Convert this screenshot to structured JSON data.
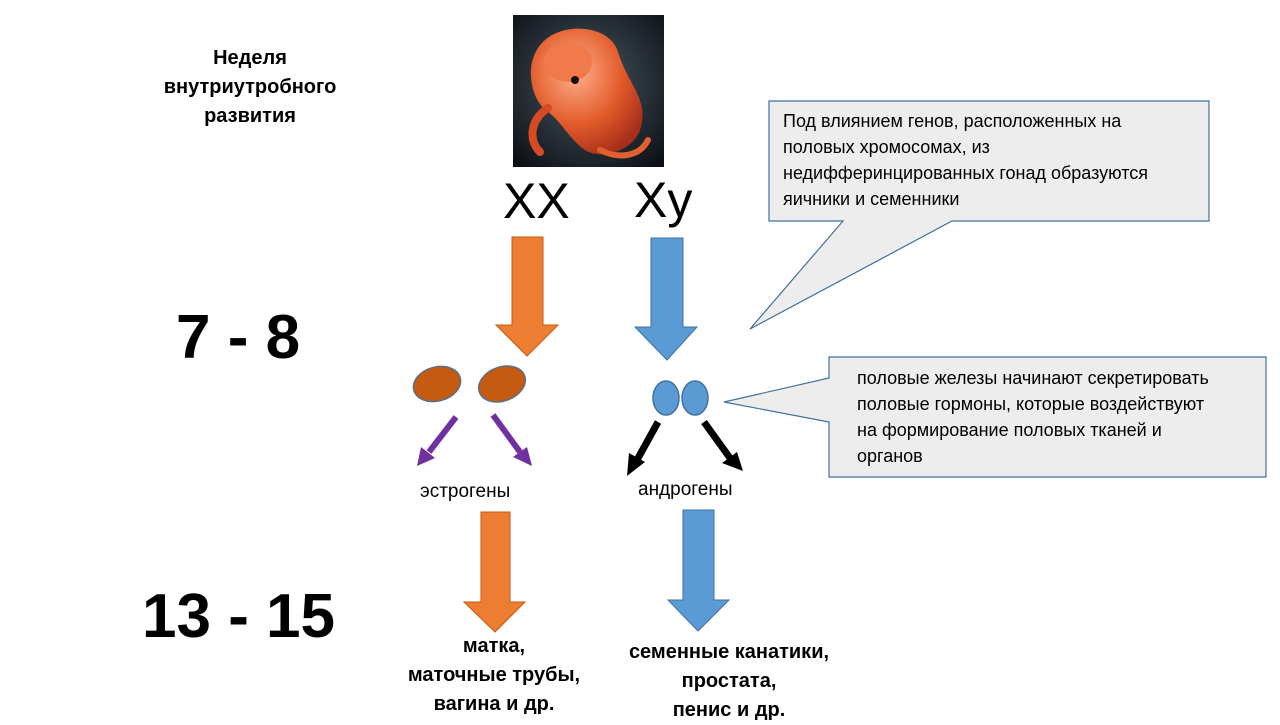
{
  "header": {
    "week_title": "Неделя\nвнутриутробного\nразвития"
  },
  "weeks": {
    "early": "7 - 8",
    "late": "13 - 15"
  },
  "chromosomes": {
    "female": "XX",
    "male": "Xy"
  },
  "hormones": {
    "female": "эстрогены",
    "male": "андрогены"
  },
  "organs": {
    "female": "матка,\nматочные трубы,\nвагина и др.",
    "male": "семенные канатики,\nпростата,\nпенис и др."
  },
  "callouts": {
    "genes": "Под влиянием генов, расположенных на\nполовых хромосомах, из\nнедифферинцированных  гонад образуются\nяичники и семенники",
    "hormones": "половые железы начинают секретировать\nполовые гормоны, которые воздействуют\nна формирование  половых тканей и\nорганов"
  },
  "colors": {
    "female_arrow": "#ED7D31",
    "male_arrow": "#5B9BD5",
    "ovary": "#C55A11",
    "testis": "#5B9BD5",
    "purple_arrow": "#7030A0",
    "callout_fill": "#EDEDED",
    "callout_border": "#41719C"
  },
  "icons": {
    "embryo": "embryo-photo"
  }
}
